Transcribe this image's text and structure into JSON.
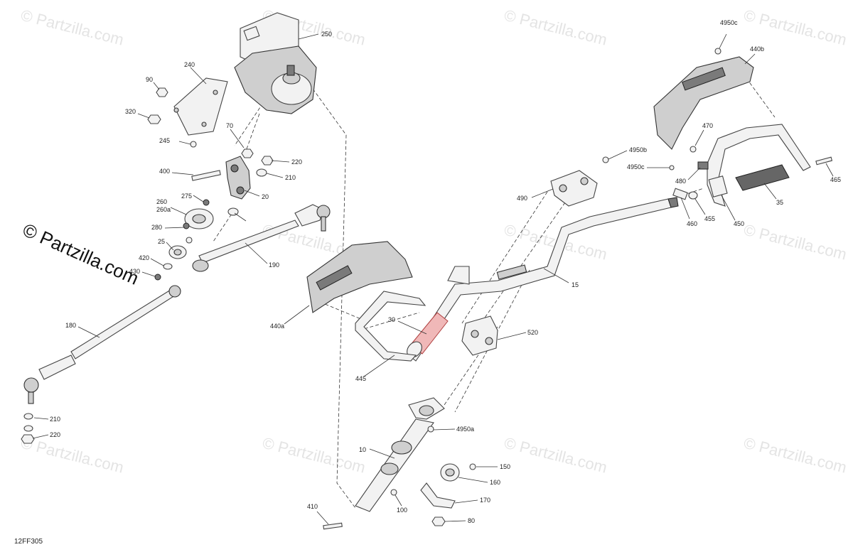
{
  "diagram": {
    "drawing_id": "12FF305",
    "watermark_text": "© Partzilla.com",
    "callouts": [
      {
        "id": "250"
      },
      {
        "id": "240"
      },
      {
        "id": "90"
      },
      {
        "id": "320"
      },
      {
        "id": "245"
      },
      {
        "id": "70"
      },
      {
        "id": "220"
      },
      {
        "id": "400"
      },
      {
        "id": "210"
      },
      {
        "id": "20"
      },
      {
        "id": "275"
      },
      {
        "id": "260"
      },
      {
        "id": "260a"
      },
      {
        "id": "280"
      },
      {
        "id": "25"
      },
      {
        "id": "420"
      },
      {
        "id": "430"
      },
      {
        "id": "190"
      },
      {
        "id": "180"
      },
      {
        "id": "210"
      },
      {
        "id": "220"
      },
      {
        "id": "440a"
      },
      {
        "id": "30"
      },
      {
        "id": "445"
      },
      {
        "id": "520"
      },
      {
        "id": "15"
      },
      {
        "id": "490"
      },
      {
        "id": "4950b"
      },
      {
        "id": "4950c"
      },
      {
        "id": "4950c"
      },
      {
        "id": "440b"
      },
      {
        "id": "470"
      },
      {
        "id": "480"
      },
      {
        "id": "465"
      },
      {
        "id": "35"
      },
      {
        "id": "460"
      },
      {
        "id": "455"
      },
      {
        "id": "450"
      },
      {
        "id": "4950a"
      },
      {
        "id": "10"
      },
      {
        "id": "150"
      },
      {
        "id": "160"
      },
      {
        "id": "170"
      },
      {
        "id": "80"
      },
      {
        "id": "100"
      },
      {
        "id": "410"
      }
    ]
  }
}
